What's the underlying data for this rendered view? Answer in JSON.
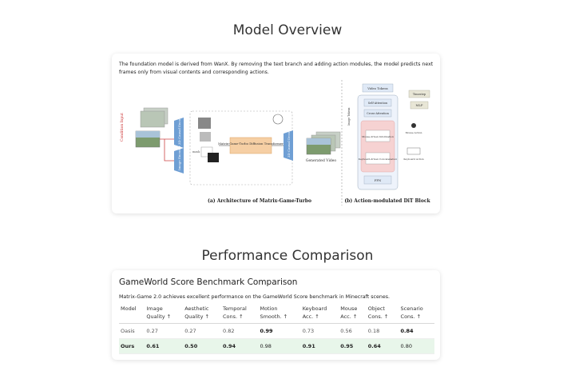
{
  "overview": {
    "title": "Model Overview",
    "description": "The foundation model is derived from WanX. By removing the text branch and adding action modules, the model predicts next frames only from visual contents and corresponding actions.",
    "caption_a": "(a) Architecture of Matrix-Game-Turbo",
    "caption_b": "(b) Action-modulated DiT Block",
    "diagram_labels": {
      "condition_input": "Condition Input",
      "encoder_3d": "3D Causal Encoder",
      "image_encoder": "Image Encoder",
      "transformer": "Matrix-Game-Turbo Diffusion Transformer",
      "decoder_3d": "3D Causal Decoder",
      "generated_video": "Generated Video",
      "video_tokens": "Video Tokens",
      "self_attention": "Self-Attention",
      "cross_attention": "Cross-Attention",
      "timestep": "Timestep",
      "mlp": "MLP",
      "image_tokens": "Image Tokens",
      "mouse_info": "Mouse-driven Information",
      "mouse_action": "Mouse Action",
      "keyboard_concat": "Keyboard-driven Concatenation",
      "keyboard_action": "Keyboard Action",
      "ffn": "FFN",
      "mask": "mask"
    }
  },
  "performance": {
    "title": "Performance Comparison",
    "card_title": "GameWorld Score Benchmark Comparison",
    "card_desc": "Matrix-Game 2.0 achieves excellent performance on the GameWorld Score benchmark in Minecraft scenes.",
    "headers": [
      [
        "Model",
        ""
      ],
      [
        "Image",
        "Quality ↑"
      ],
      [
        "Aesthetic",
        "Quality ↑"
      ],
      [
        "Temporal",
        "Cons. ↑"
      ],
      [
        "Motion",
        "Smooth. ↑"
      ],
      [
        "Keyboard",
        "Acc. ↑"
      ],
      [
        "Mouse",
        "Acc. ↑"
      ],
      [
        "Object",
        "Cons. ↑"
      ],
      [
        "Scenario",
        "Cons. ↑"
      ]
    ],
    "rows": [
      {
        "cells": [
          "Oasis",
          "0.27",
          "0.27",
          "0.82",
          "0.99",
          "0.73",
          "0.56",
          "0.18",
          "0.84"
        ],
        "bold": [
          false,
          false,
          false,
          false,
          true,
          false,
          false,
          false,
          true
        ],
        "highlight": false
      },
      {
        "cells": [
          "Ours",
          "0.61",
          "0.50",
          "0.94",
          "0.98",
          "0.91",
          "0.95",
          "0.64",
          "0.80"
        ],
        "bold": [
          true,
          true,
          true,
          true,
          false,
          true,
          true,
          true,
          false
        ],
        "highlight": true
      }
    ]
  }
}
